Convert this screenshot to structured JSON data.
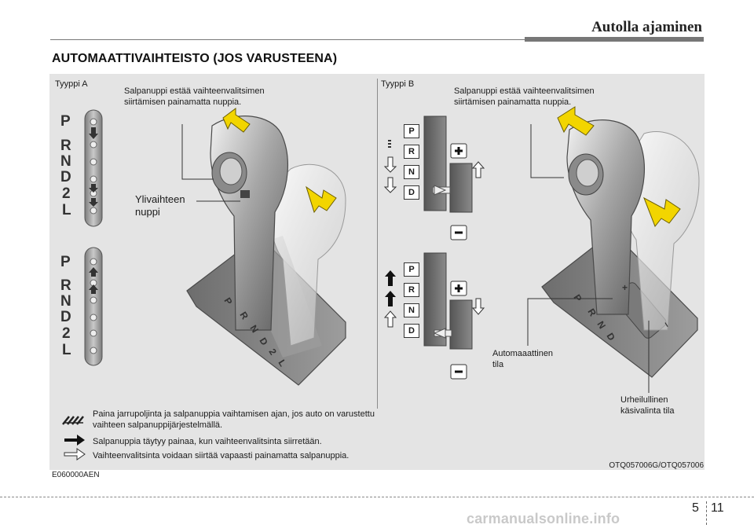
{
  "header": {
    "chapter_title": "Autolla ajaminen"
  },
  "section_title": "AUTOMAATTIVAIHTEISTO (JOS VARUSTEENA)",
  "type_a": {
    "label": "Tyyppi A",
    "lock_note_line1": "Salpanuppi  estää  vaihteenvalitsimen",
    "lock_note_line2": "siirtämisen painamatta nuppia.",
    "overdrive_line1": "Ylivaihteen",
    "overdrive_line2": "nuppi",
    "gate_letters": [
      "P",
      "R",
      "N",
      "D",
      "2",
      "L"
    ]
  },
  "type_b": {
    "label": "Tyyppi B",
    "lock_note_line1": "Salpanuppi  estää  vaihteenvalitsimen",
    "lock_note_line2": "siirtämisen painamatta nuppia.",
    "gate_letters": [
      "P",
      "R",
      "N",
      "D"
    ],
    "auto_mode_line1": "Automaaattinen",
    "auto_mode_line2": "tila",
    "sport_mode_line1": "Urheilullinen",
    "sport_mode_line2": "käsivalinta tila"
  },
  "legend": {
    "brake_line1": "Paina jarrupoljinta ja salpanuppia vaihtamisen ajan, jos auto on varustettu",
    "brake_line2": "vaihteen salpanuppijärjestelmällä.",
    "press_lock": "Salpanuppia täytyy painaa, kun vaihteenvalitsinta siirretään.",
    "free_move": "Vaihteenvalitsinta voidaan siirtää vapaasti painamatta salpanuppia."
  },
  "figure_code": "E060000AEN",
  "ref_code": "OTQ057006G/OTQ057006",
  "footer": {
    "chapter": "5",
    "page": "11",
    "watermark": "carmanualsonline.info"
  },
  "colors": {
    "panel": "#e4e4e4",
    "accent_yellow": "#f2d500",
    "rule_gray": "#777777"
  }
}
